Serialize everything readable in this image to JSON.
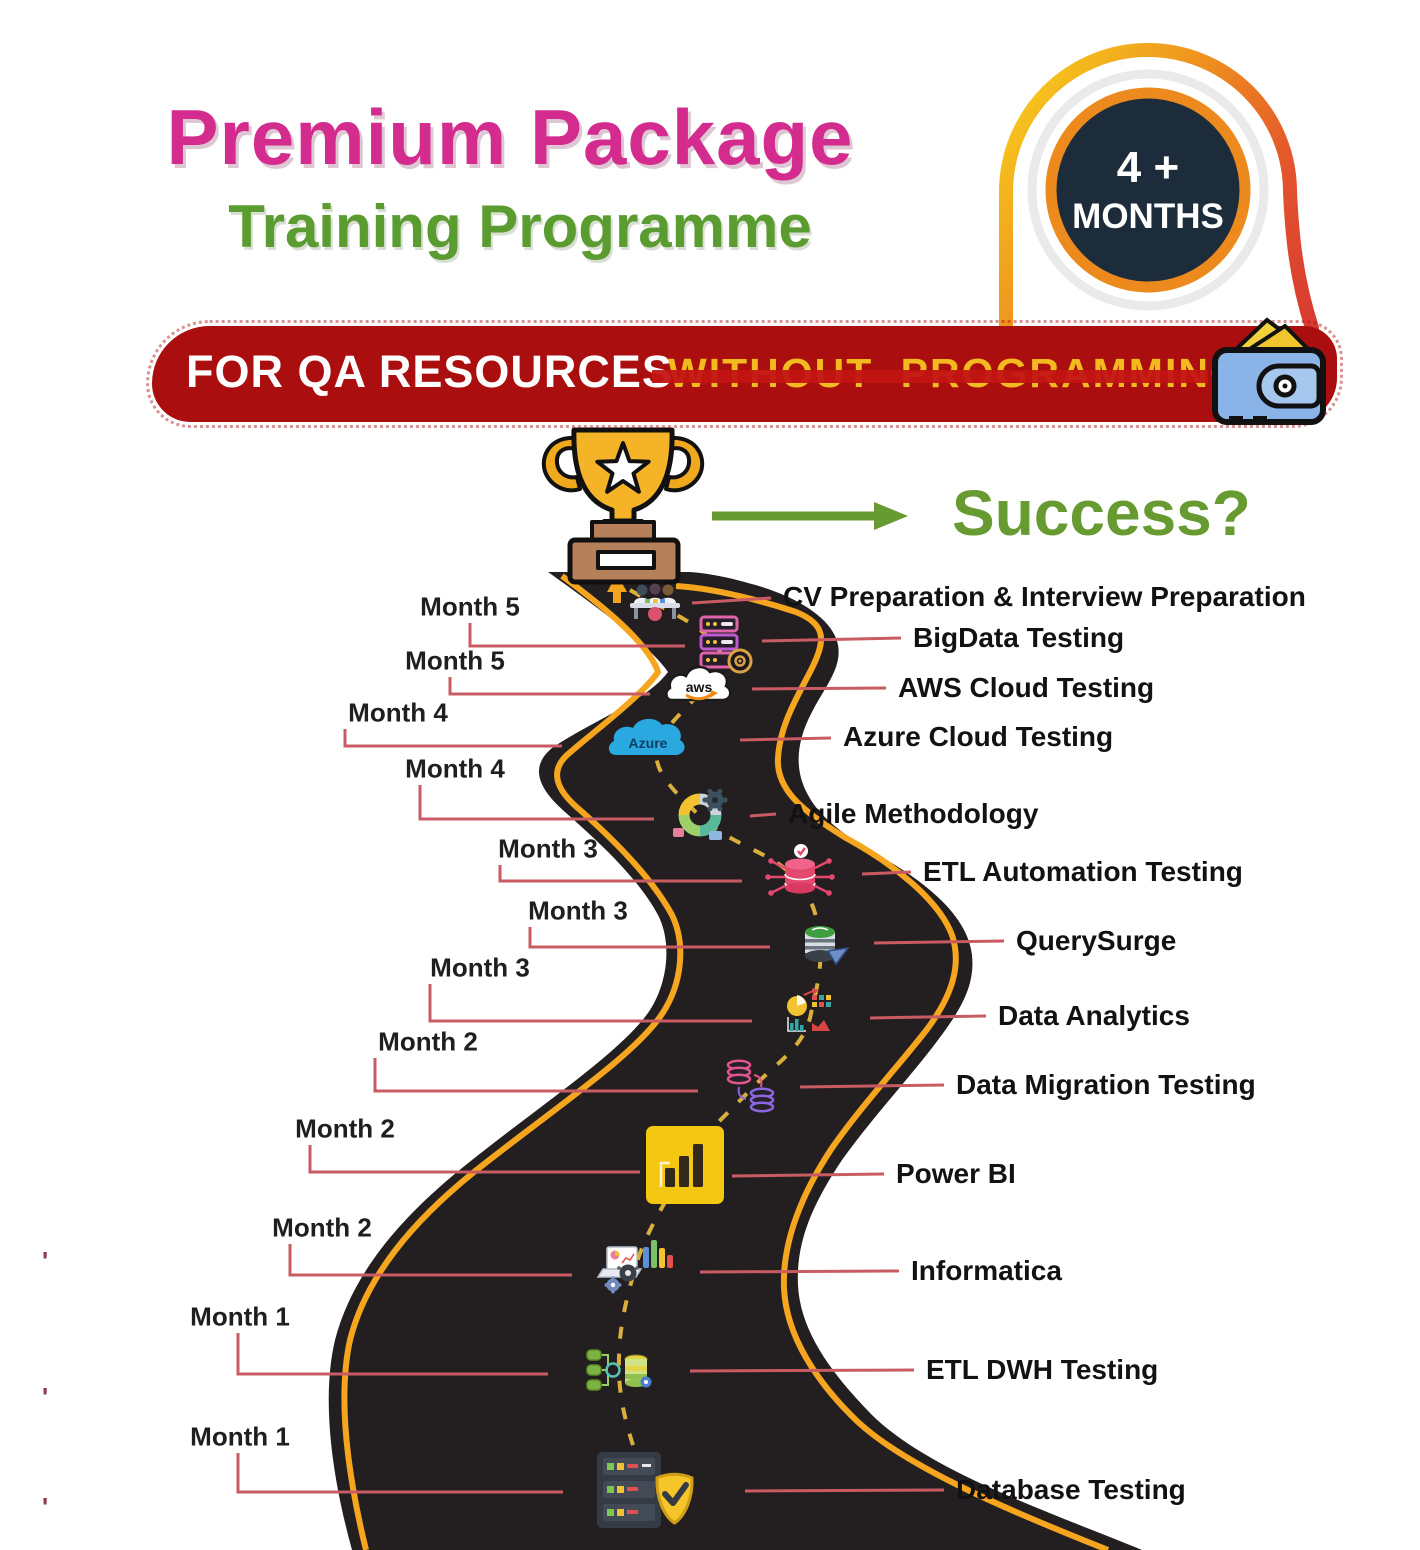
{
  "header": {
    "title": "Premium Package",
    "subtitle": "Training Programme"
  },
  "badge": {
    "duration": "4 +",
    "unit": "MONTHS"
  },
  "banner": {
    "audience": "FOR QA RESOURCES",
    "qualifier": "WITHOUT PROGRAMMING"
  },
  "goal": {
    "label": "Success?"
  },
  "road": {
    "icon_labels": {
      "aws": "aws",
      "azure": "Azure"
    },
    "milestones": [
      {
        "topic": "CV Preparation & Interview Preparation",
        "month": null,
        "icon": "cv-interview-icon"
      },
      {
        "topic": "BigData Testing",
        "month": "Month 5",
        "icon": "bigdata-servers-icon"
      },
      {
        "topic": "AWS Cloud Testing",
        "month": "Month 5",
        "icon": "aws-cloud-icon"
      },
      {
        "topic": "Azure Cloud Testing",
        "month": "Month 4",
        "icon": "azure-cloud-icon"
      },
      {
        "topic": "Agile Methodology",
        "month": "Month 4",
        "icon": "agile-cycle-icon"
      },
      {
        "topic": "ETL Automation Testing",
        "month": "Month 3",
        "icon": "etl-automation-icon"
      },
      {
        "topic": "QuerySurge",
        "month": "Month 3",
        "icon": "querysurge-icon"
      },
      {
        "topic": "Data Analytics",
        "month": "Month 3",
        "icon": "data-analytics-icon"
      },
      {
        "topic": "Data Migration Testing",
        "month": "Month 2",
        "icon": "data-migration-icon"
      },
      {
        "topic": "Power BI",
        "month": "Month 2",
        "icon": "power-bi-icon"
      },
      {
        "topic": "Informatica",
        "month": "Month 2",
        "icon": "informatica-icon"
      },
      {
        "topic": "ETL DWH Testing",
        "month": "Month 1",
        "icon": "etl-dwh-icon"
      },
      {
        "topic": "Database Testing",
        "month": "Month 1",
        "icon": "database-testing-icon"
      }
    ]
  },
  "artifacts": {
    "marks": [
      "'",
      "'",
      "'"
    ]
  },
  "colors": {
    "title_pink": "#D42B8E",
    "title_green": "#5B9C31",
    "banner_red": "#AB0E0E",
    "banner_yellow": "#F2BA1E",
    "road_black": "#231F20",
    "road_edge_orange": "#F6A51F",
    "center_dash_yellow": "#E5B63C",
    "connector_pink": "#C95B63",
    "success_green": "#679A30",
    "badge_navy": "#1C2C3A",
    "badge_ring_orange": "#ED8A1E"
  }
}
